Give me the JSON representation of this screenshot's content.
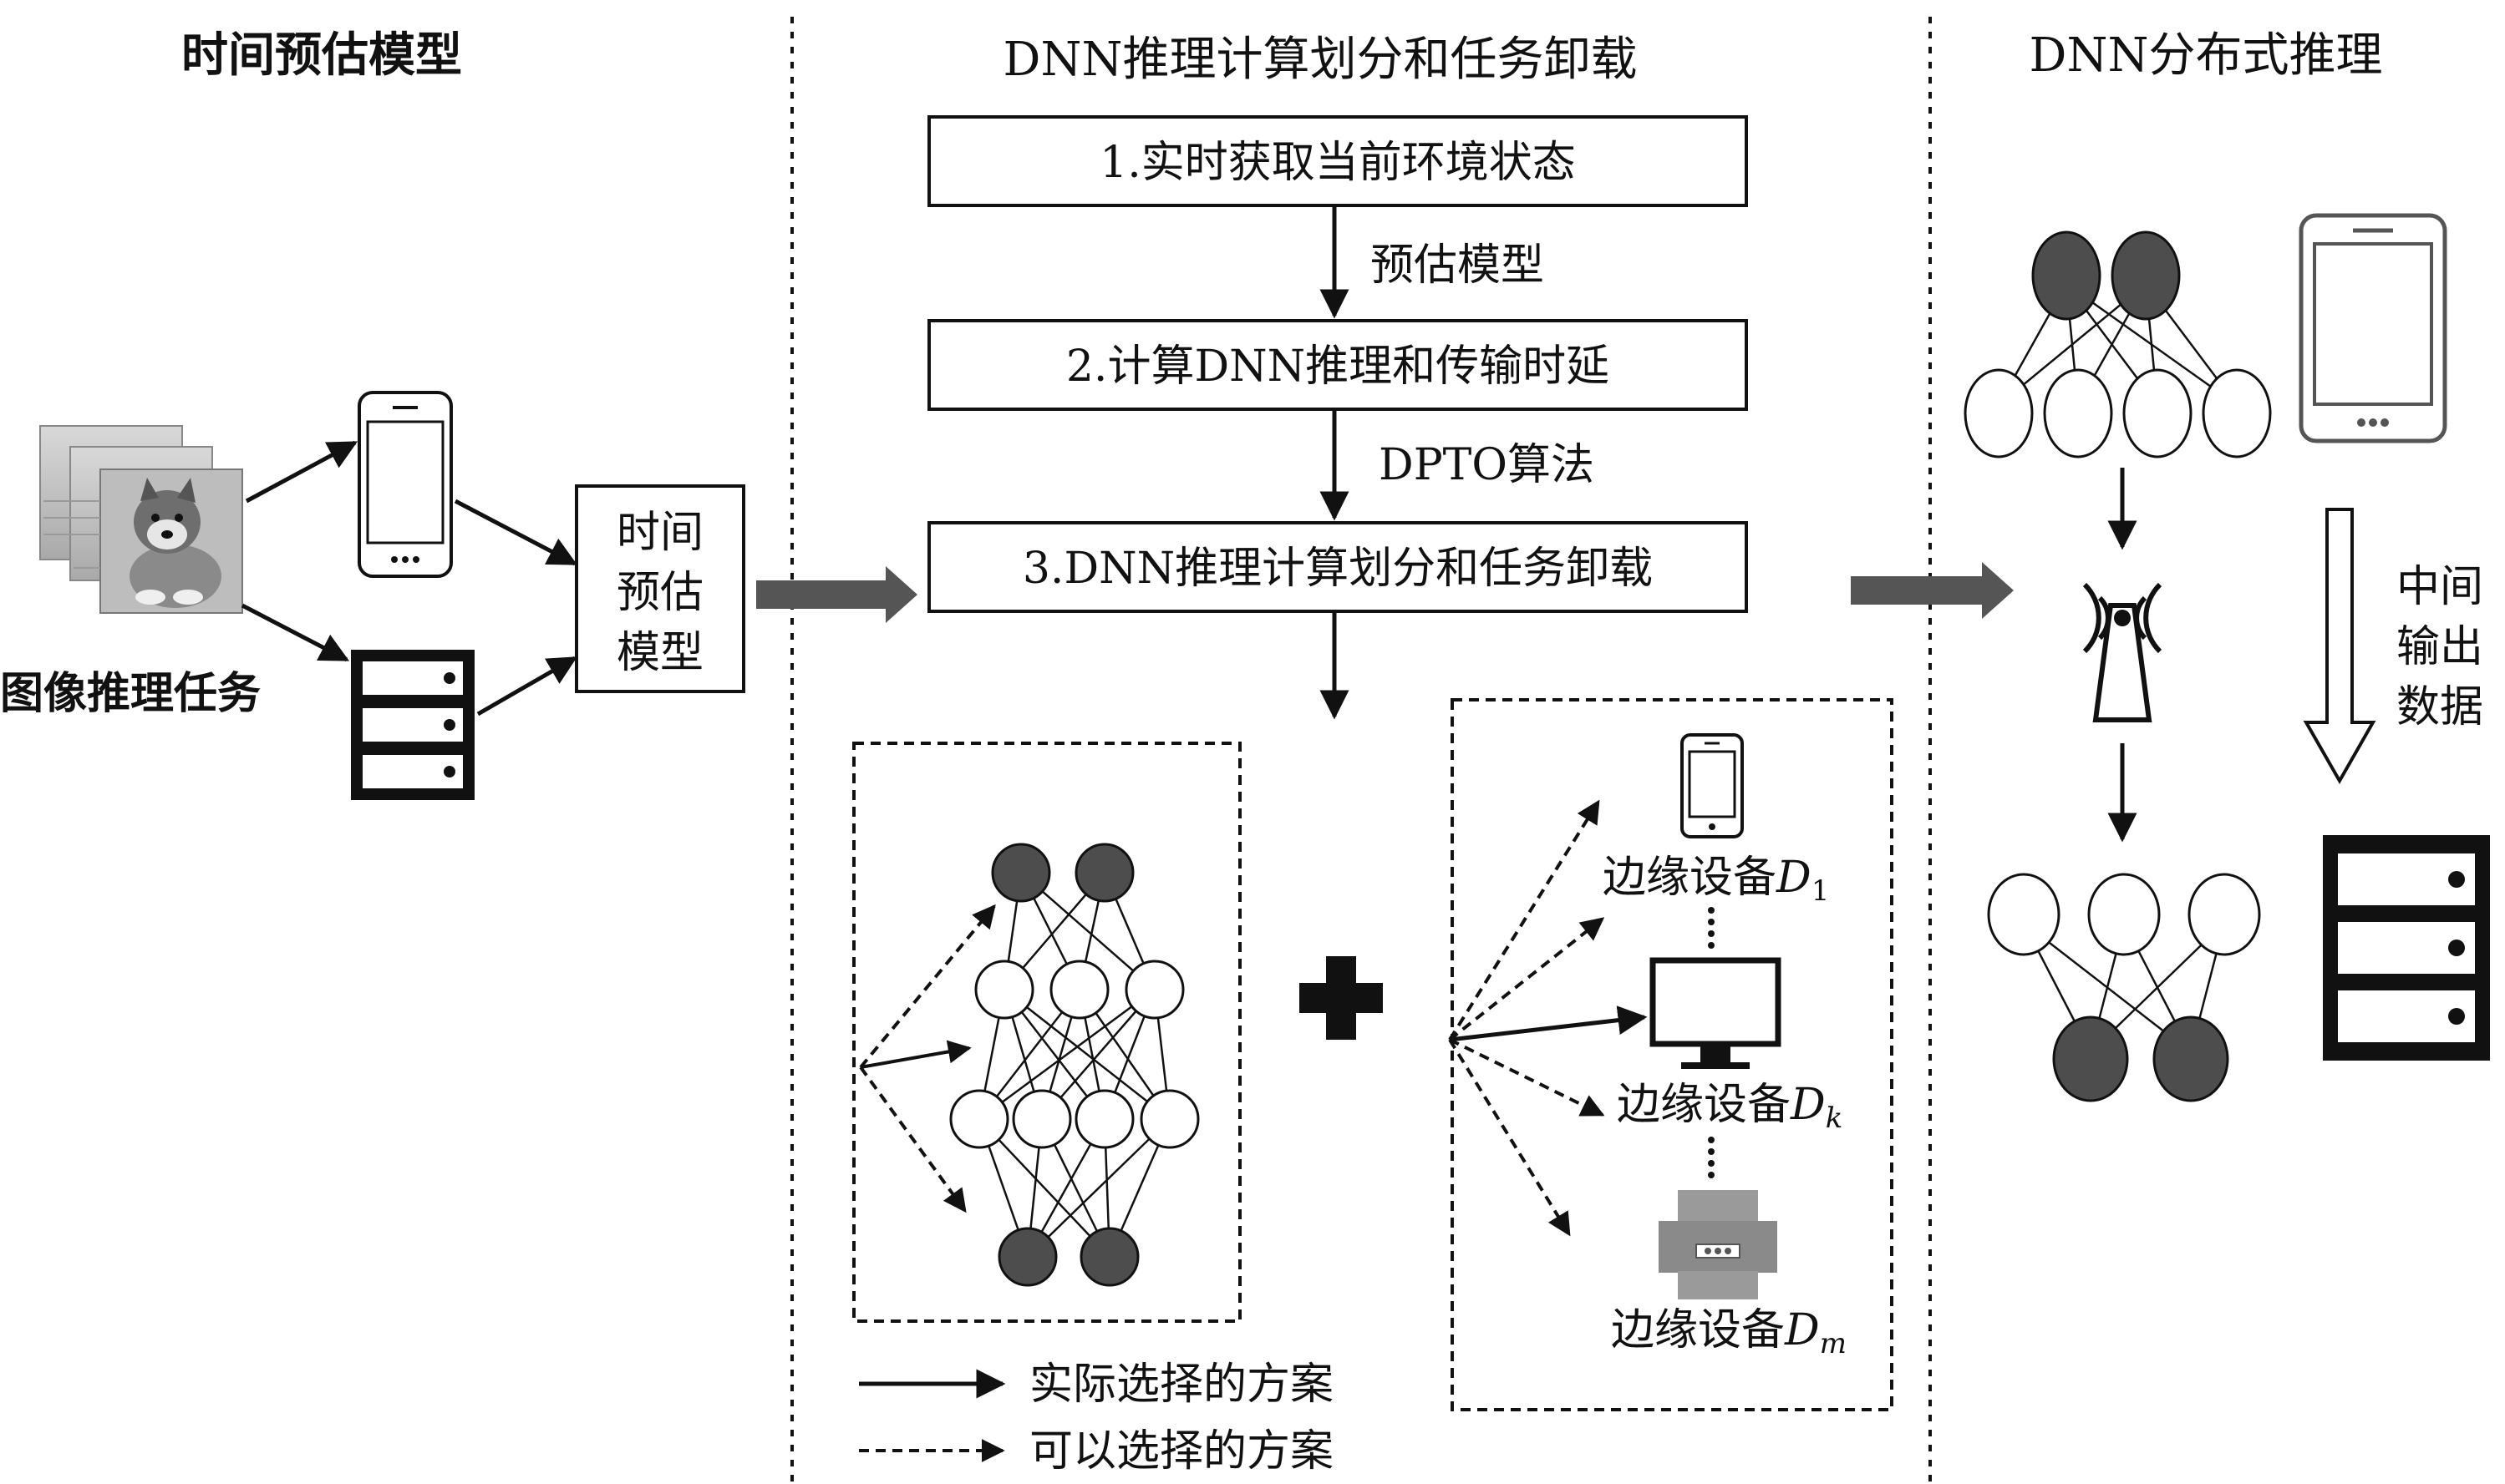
{
  "sections": {
    "left_title": "时间预估模型",
    "middle_title": "DNN推理计算划分和任务卸载",
    "right_title": "DNN分布式推理"
  },
  "left": {
    "task_label": "图像推理任务",
    "model_box": [
      "时间",
      "预估",
      "模型"
    ]
  },
  "middle": {
    "steps": [
      "1.实时获取当前环境状态",
      "2.计算DNN推理和传输时延",
      "3.DNN推理计算划分和任务卸载"
    ],
    "arrow_labels": [
      "预估模型",
      "DPTO算法"
    ],
    "devices": [
      {
        "prefix": "边缘设备",
        "var": "D",
        "sub": "1"
      },
      {
        "prefix": "边缘设备",
        "var": "D",
        "sub": "k"
      },
      {
        "prefix": "边缘设备",
        "var": "D",
        "sub": "m"
      }
    ],
    "legend": {
      "solid": "实际选择的方案",
      "dashed": "可以选择的方案"
    }
  },
  "right": {
    "vertical_label": [
      "中间",
      "输出",
      "数据"
    ]
  },
  "icons": {
    "images": "dog-image-stack-icon",
    "phone": "smartphone-icon",
    "server": "server-icon",
    "monitor": "monitor-icon",
    "printer": "printer-icon",
    "tower": "wireless-tower-icon",
    "plus": "plus-icon"
  },
  "colors": {
    "dark_node": "#4d4d4d",
    "light_node": "#ffffff",
    "block_arrow": "#555555",
    "ink": "#111111"
  }
}
